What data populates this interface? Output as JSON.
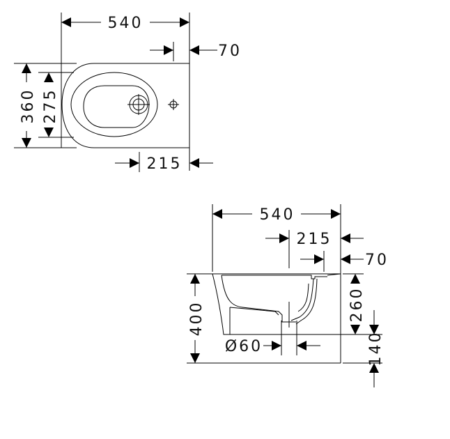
{
  "top_view": {
    "width_label": "540",
    "rear_offset_label": "70",
    "depth_label": "360",
    "bowl_depth_label": "275",
    "drain_offset_label": "215"
  },
  "side_view": {
    "width_label": "540",
    "drain_offset_label": "215",
    "rear_offset_label": "70",
    "height_label": "400",
    "upper_height_label": "260",
    "lower_height_label": "140",
    "drain_diameter_label": "Ø60"
  },
  "colors": {
    "line": "#000000",
    "background": "#ffffff"
  }
}
